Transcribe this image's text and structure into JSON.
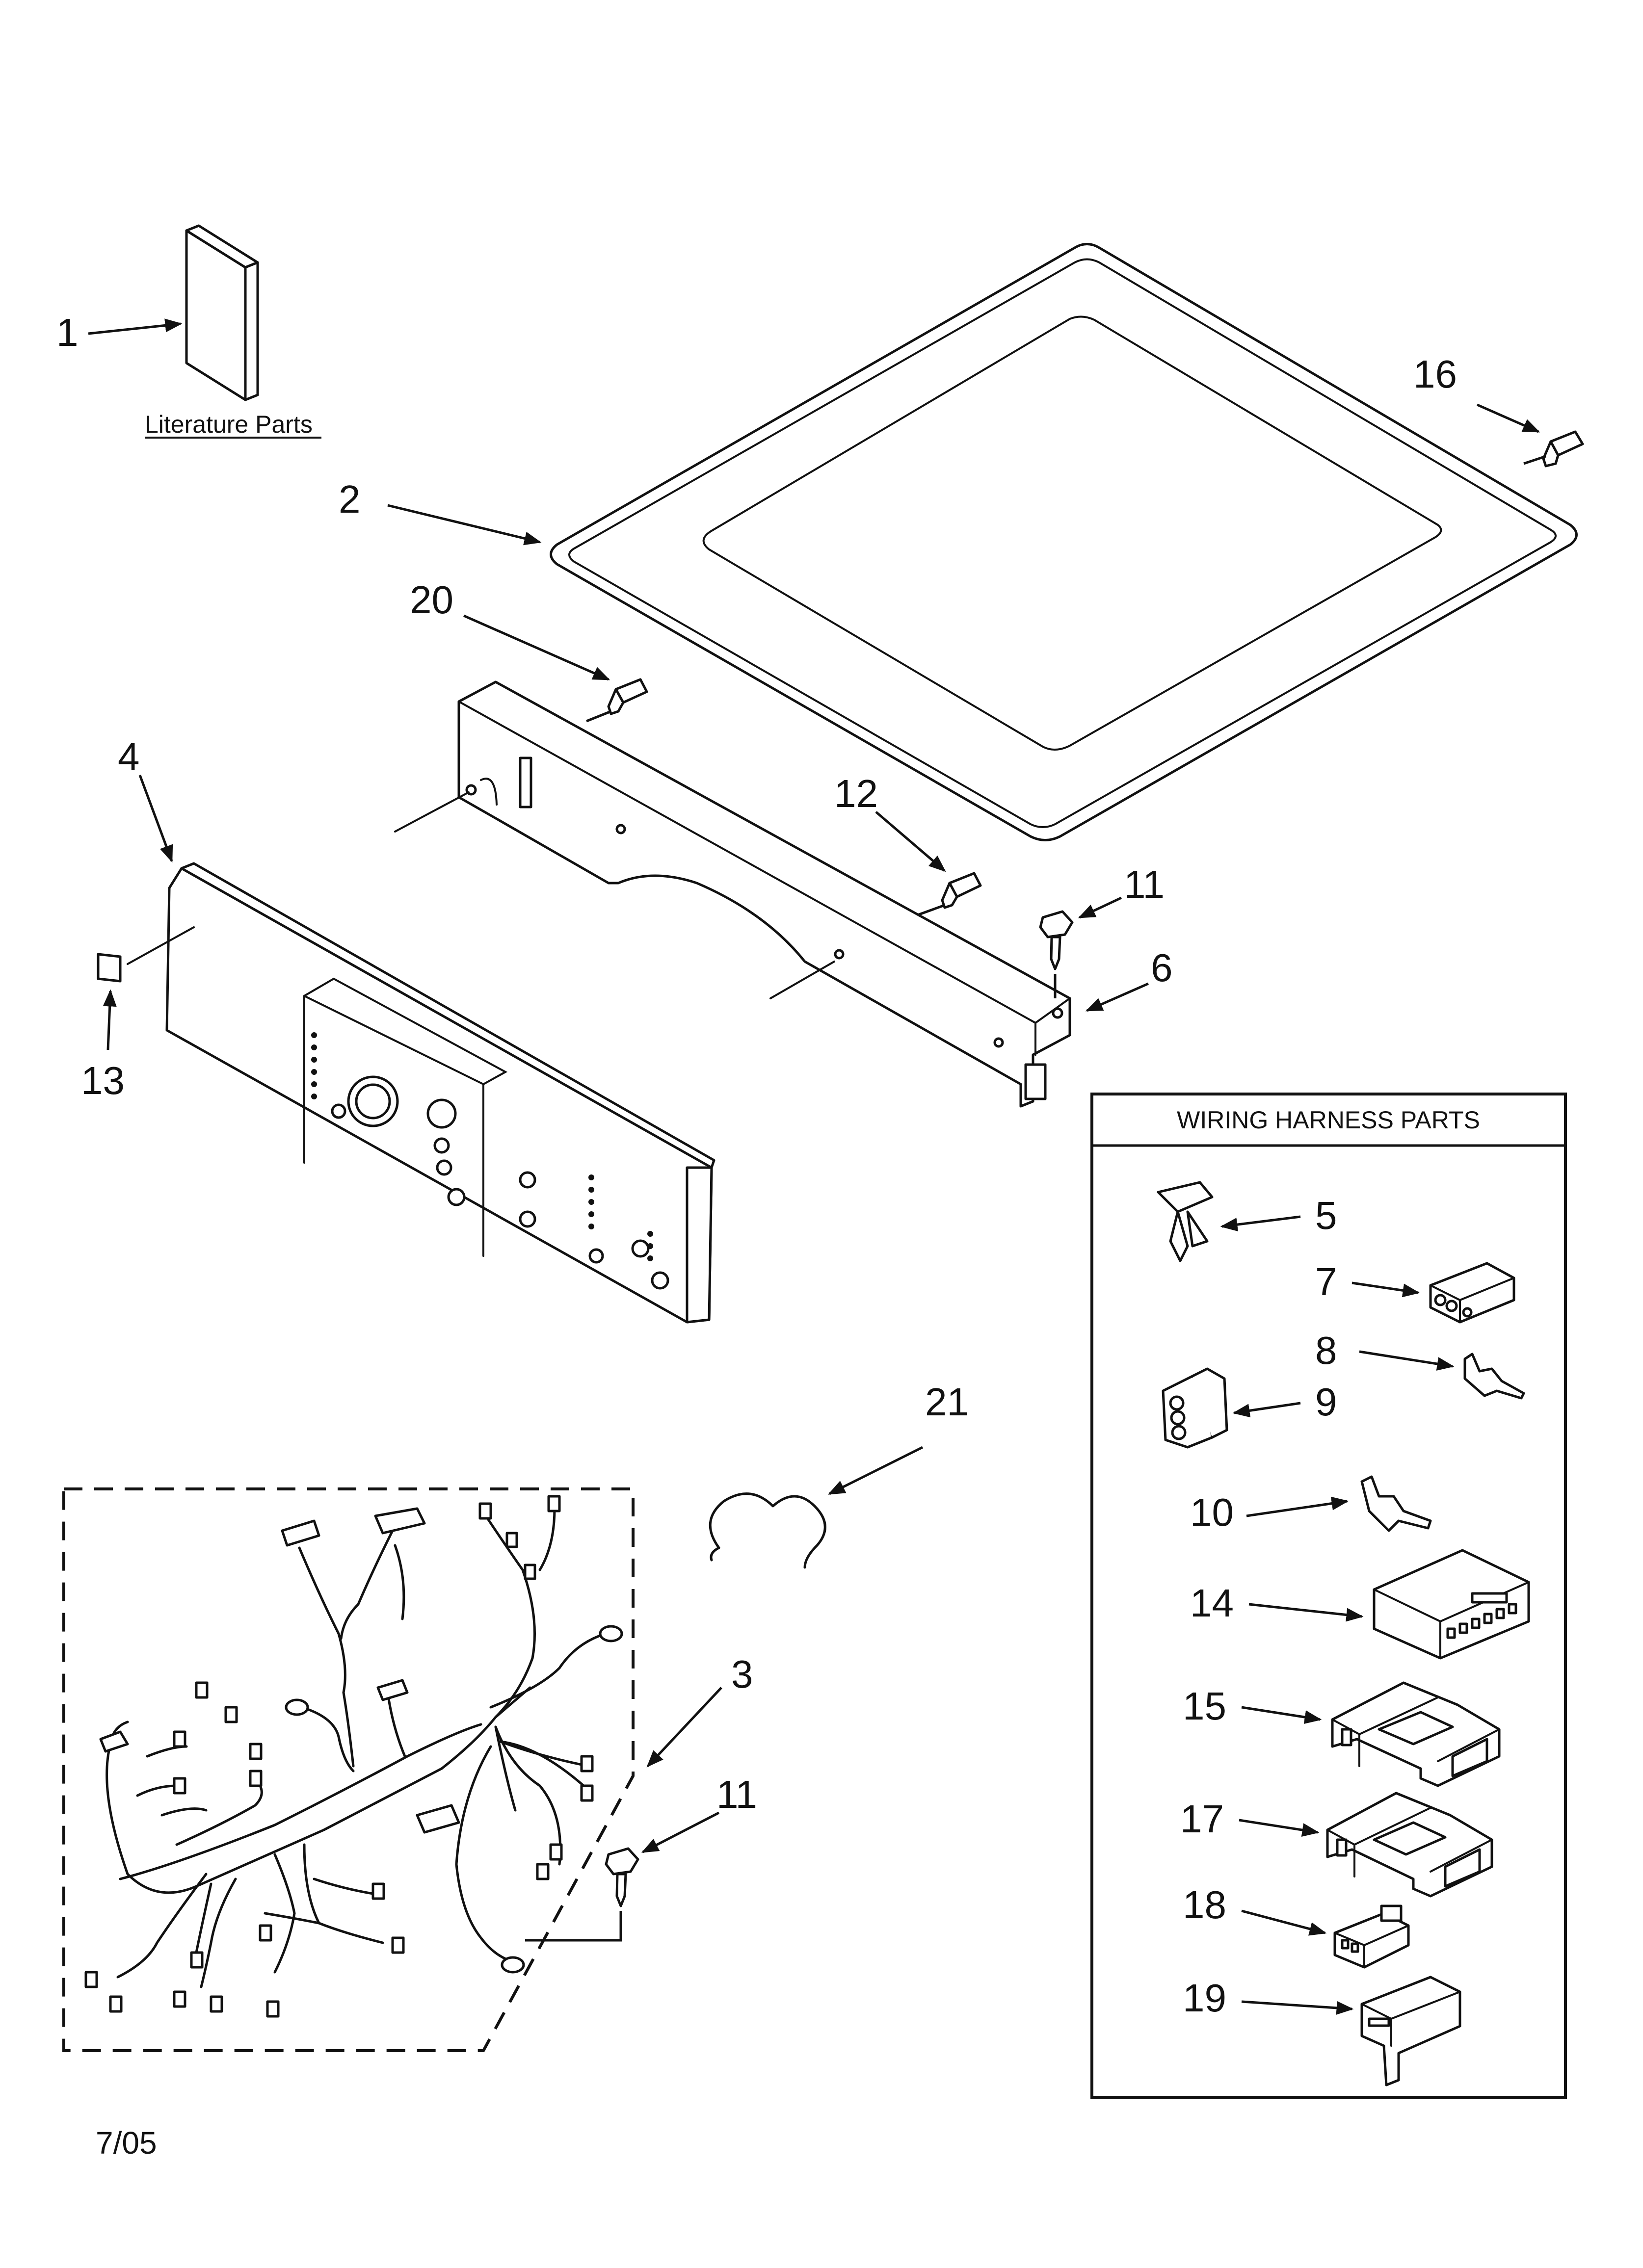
{
  "labels": {
    "p1": "1",
    "p2": "2",
    "p3": "3",
    "p4": "4",
    "p5": "5",
    "p6": "6",
    "p7": "7",
    "p8": "8",
    "p9": "9",
    "p10": "10",
    "p11a": "11",
    "p11b": "11",
    "p12": "12",
    "p13": "13",
    "p14": "14",
    "p15": "15",
    "p16": "16",
    "p17": "17",
    "p18": "18",
    "p19": "19",
    "p20": "20",
    "p21": "21"
  },
  "literature_caption": "Literature Parts",
  "wiring_box_title": "WIRING HARNESS PARTS",
  "date_code": "7/05"
}
